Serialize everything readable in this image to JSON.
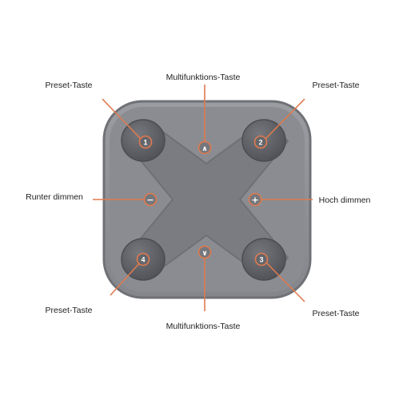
{
  "colors": {
    "background": "#ffffff",
    "device_body": "#8e9095",
    "device_edge": "#6f7176",
    "x_cross": "#7c7e83",
    "preset_button": "#5e6065",
    "callout": "#e07a4f",
    "label_text": "#222222"
  },
  "labels": {
    "top_multi": "Multifunktions-Taste",
    "bottom_multi": "Multifunktions-Taste",
    "preset_top_left": "Preset-Taste",
    "preset_top_right": "Preset-Taste",
    "preset_bottom_left": "Preset-Taste",
    "preset_bottom_right": "Preset-Taste",
    "dim_down": "Runter dimmen",
    "dim_up": "Hoch dimmen"
  },
  "buttons": {
    "preset_1": "1",
    "preset_2": "2",
    "preset_3": "3",
    "preset_4": "4",
    "up_symbol": "∧",
    "down_symbol": "∨",
    "minus_symbol": "−",
    "plus_symbol": "+"
  }
}
